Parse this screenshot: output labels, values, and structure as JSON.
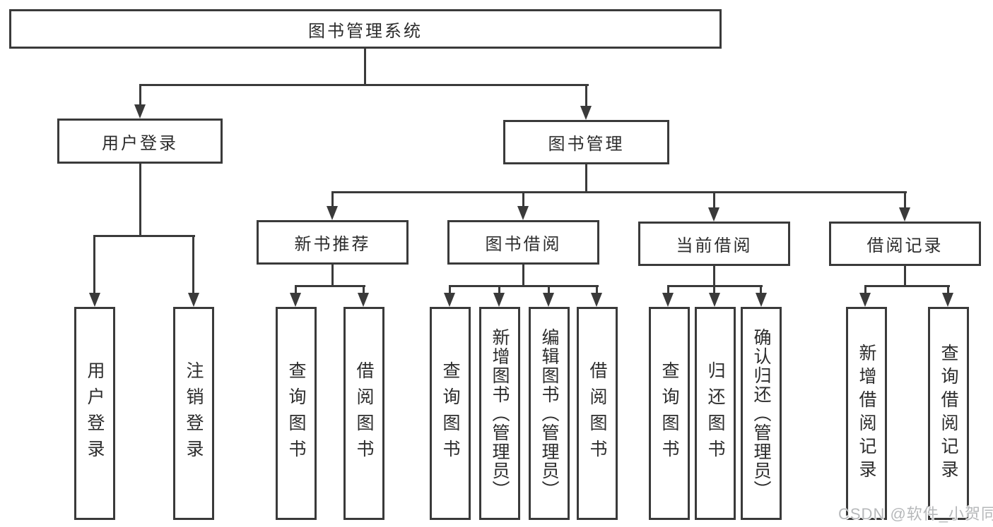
{
  "diagram": {
    "root": "图书管理系统",
    "user": {
      "label": "用户登录",
      "children": [
        "用户登录",
        "注销登录"
      ]
    },
    "mgmt": {
      "label": "图书管理",
      "children": [
        {
          "label": "新书推荐",
          "children": [
            "查询图书",
            "借阅图书"
          ]
        },
        {
          "label": "图书借阅",
          "children": [
            "查询图书",
            "新增图书（管理员）",
            "编辑图书（管理员）",
            "借阅图书"
          ]
        },
        {
          "label": "当前借阅",
          "children": [
            "查询图书",
            "归还图书",
            "确认归还（管理员）"
          ]
        },
        {
          "label": "借阅记录",
          "children": [
            "新增借阅记录",
            "查询借阅记录"
          ]
        }
      ]
    }
  },
  "watermark": "CSDN @软件_小贺同学",
  "colors": {
    "line": "#3a3a3a",
    "text": "#2c2c2c",
    "watermark": "#b6b8ba",
    "background": "#ffffff"
  }
}
